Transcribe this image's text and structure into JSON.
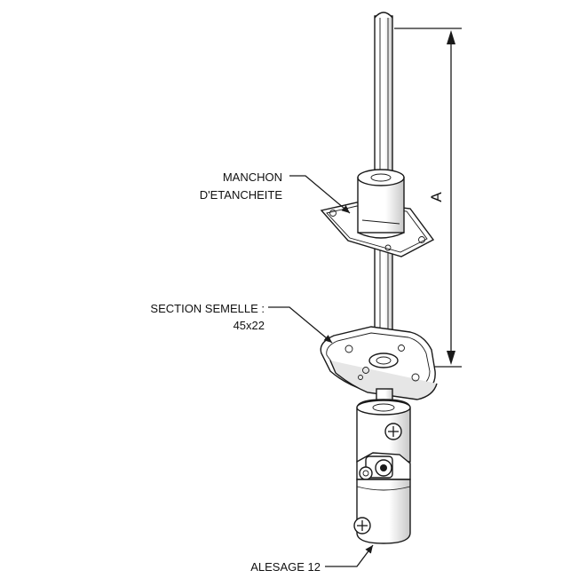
{
  "labels": {
    "manchon_line1": "MANCHON",
    "manchon_line2": "D'ETANCHEITE",
    "section_line1": "SECTION SEMELLE :",
    "section_line2": "45x22",
    "alesage": "ALESAGE 12",
    "dimension": "A"
  },
  "colors": {
    "line": "#1a1a1a",
    "part_fill": "#ffffff",
    "shade": "#d9d9d9"
  }
}
